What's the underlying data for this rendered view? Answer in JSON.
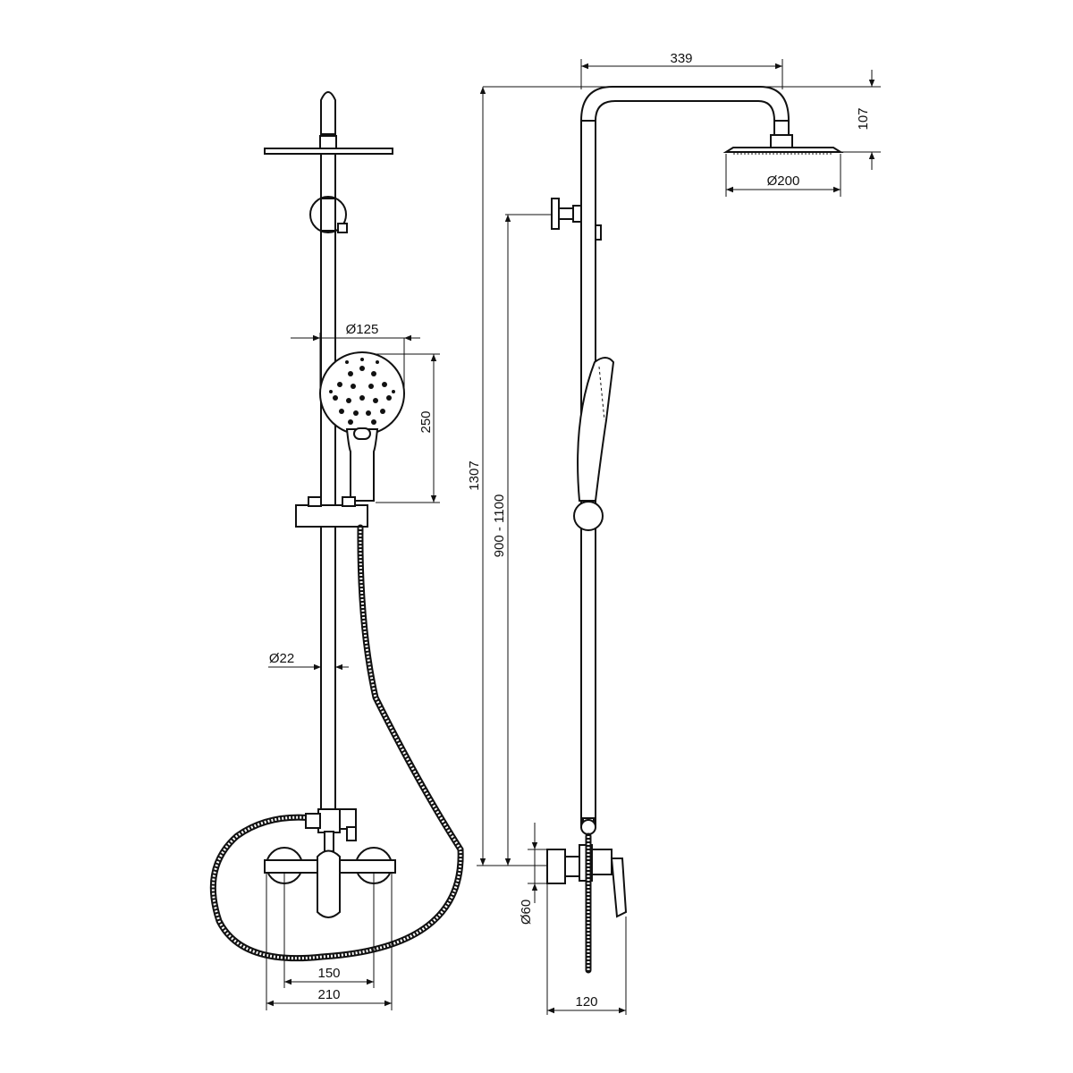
{
  "drawing": {
    "dimensions": {
      "overhead_arm_length": "339",
      "overhead_drop": "107",
      "overhead_diameter": "Ø200",
      "total_height": "1307",
      "adjustable_height": "900 - 1100",
      "hand_shower_diameter": "Ø125",
      "hand_shower_length": "250",
      "rail_diameter": "Ø22",
      "inlet_centers": "150",
      "mixer_width": "210",
      "escutcheon_diameter": "Ø60",
      "wall_projection": "120"
    }
  }
}
